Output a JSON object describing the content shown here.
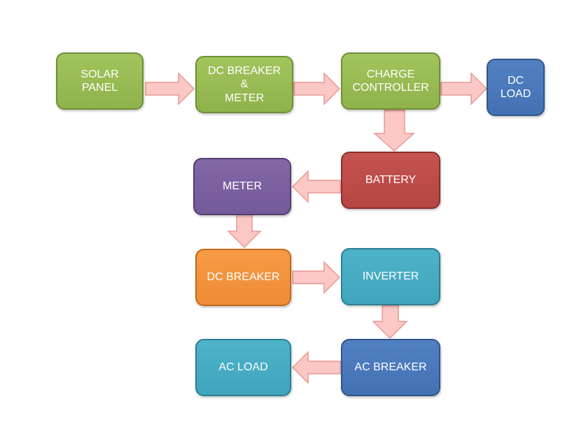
{
  "diagram": {
    "blocks": {
      "solar_panel": "SOLAR\nPANEL",
      "dc_breaker_meter": "DC BREAKER\n&\nMETER",
      "charge_controller": "CHARGE\nCONTROLLER",
      "dc_load": "DC\nLOAD",
      "battery": "BATTERY",
      "meter": "METER",
      "dc_breaker": "DC BREAKER",
      "inverter": "INVERTER",
      "ac_breaker": "AC BREAKER",
      "ac_load": "AC LOAD"
    },
    "colors": {
      "green": "#9bbb59",
      "blue": "#4f81bd",
      "red": "#c0504d",
      "purple": "#8064a2",
      "orange": "#f79646",
      "teal": "#4bacc6",
      "arrow_fill": "#fbc8c5"
    }
  }
}
